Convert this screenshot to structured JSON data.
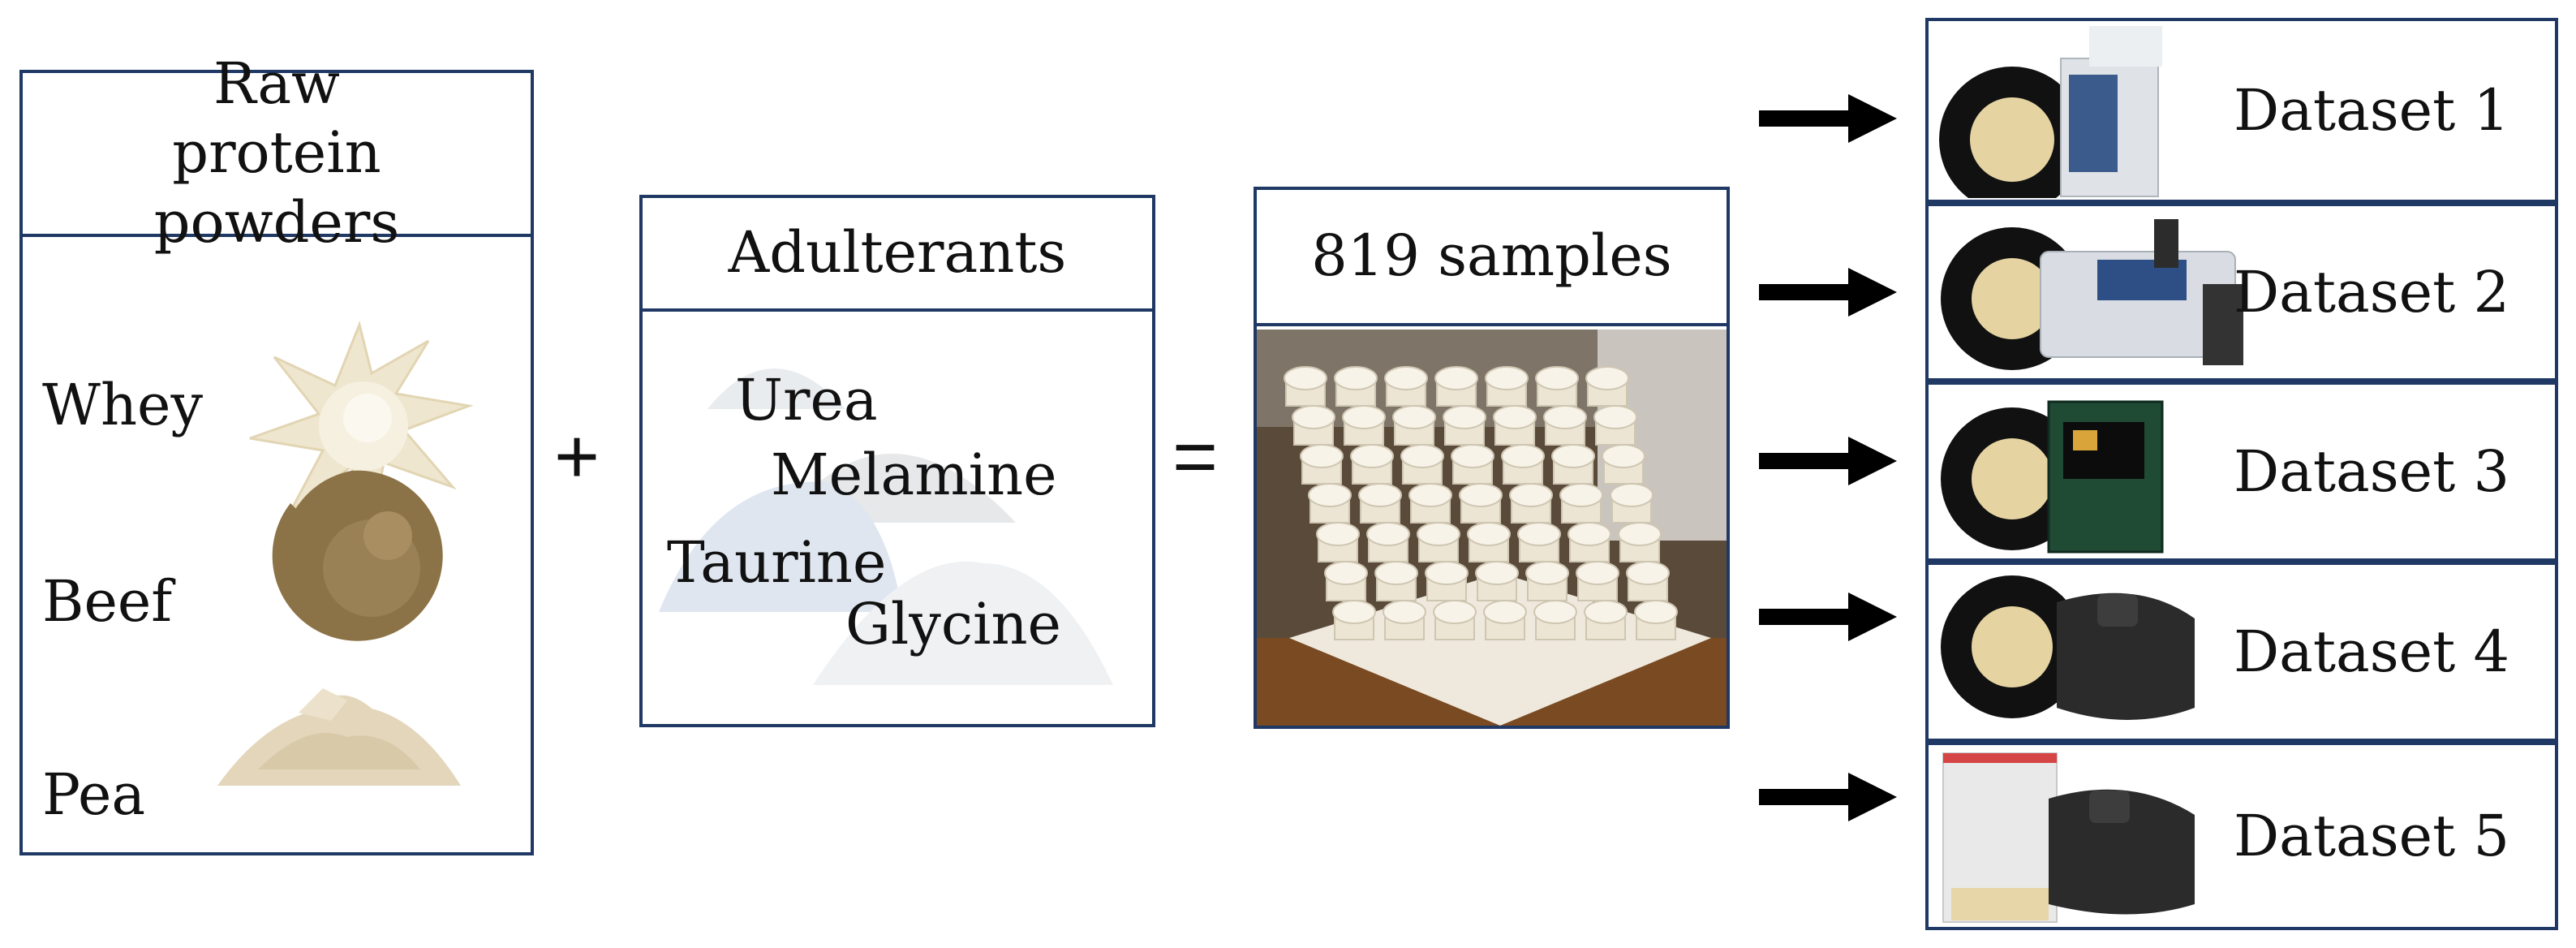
{
  "raw": {
    "title": "Raw protein powders",
    "items": [
      {
        "label": "Whey",
        "color": "#efe6cf"
      },
      {
        "label": "Beef",
        "color": "#8c7347"
      },
      {
        "label": "Pea",
        "color": "#e3d6bb"
      }
    ]
  },
  "operators": {
    "plus": "+",
    "equals": "="
  },
  "adulterants": {
    "title": "Adulterants",
    "items": [
      "Urea",
      "Melamine",
      "Taurine",
      "Glycine"
    ]
  },
  "samples": {
    "title": "819 samples"
  },
  "datasets": [
    "Dataset 1",
    "Dataset 2",
    "Dataset 3",
    "Dataset 4",
    "Dataset 5"
  ],
  "colors": {
    "border": "#1f3864",
    "arrow": "#000000"
  }
}
